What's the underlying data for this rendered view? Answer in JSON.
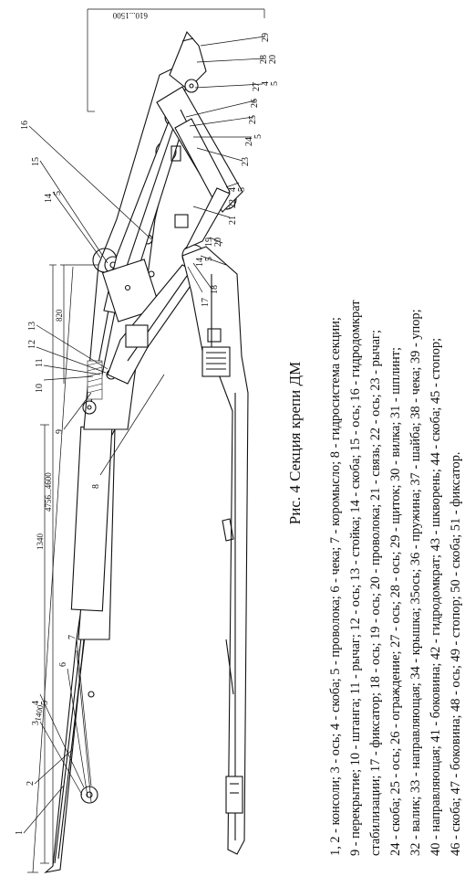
{
  "figure": {
    "title": "Рис. 4 Секция крепи ДМ",
    "legend_lines": [
      "1, 2 - консоли; 3 - ось; 4 - скоба; 5 - проволока; 6 - чека; 7 - коромысло; 8 - гидросистема секции;",
      "9 - перекрытие; 10 - штанга; 11 - рычаг; 12 - ось; 13 - стойка; 14 - скоба; 15 - ось; 16 - гидродомкрат",
      "стабилизации; 17 - фиксатор; 18 - ось; 19 - ось; 20 - проволока; 21 - связь; 22 - ось; 23 - рычаг;",
      "24 - скоба; 25 - ось; 26 - ограждение; 27 - ось; 28 - ось; 29 - щиток; 30 - вилка; 31 - шплинт;",
      "32 - валик; 33 - направляющая; 34 - крышка; 35ось; 36 - пружина; 37 - шайба; 38 - чека; 39 - упор;",
      "40 - направляющая; 41 - боковина; 42 - гидродомкрат; 43 - шкворень; 44 - скоба; 45 - стопор;",
      "46 - скоба; 47 - боковина; 48 - ось; 49 - стопор; 50 - скоба; 51 - фиксатор."
    ]
  },
  "dimensions": {
    "d1400": "1400",
    "d1340": "1340",
    "d4756": "4756...4600",
    "d820": "820",
    "d610": "610...1500"
  },
  "callouts": {
    "c1": "1",
    "c2": "2",
    "c3": "3",
    "c4": "4",
    "c5": "5",
    "c6": "6",
    "c7": "7",
    "c8": "8",
    "c9": "9",
    "c10": "10",
    "c11": "11",
    "c12": "12",
    "c13": "13",
    "c14": "14",
    "c14b": "5",
    "c15": "15",
    "c16": "16",
    "c17": "17",
    "c18": "18",
    "c19": "19",
    "c19b": "20",
    "c14r": "14",
    "c14rb": "5",
    "c21": "21",
    "c22": "22",
    "c4r": "4",
    "c4rb": "5",
    "c23": "23",
    "c24": "24",
    "c24b": "5",
    "c25": "25",
    "c26": "26",
    "c27": "27",
    "c27b": "4",
    "c27c": "5",
    "c28": "28",
    "c28b": "20",
    "c29": "29"
  }
}
